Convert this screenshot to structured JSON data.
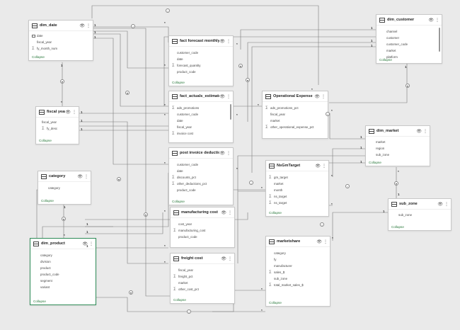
{
  "tables": {
    "dim_date": {
      "name": "dim_date",
      "fields": [
        "date",
        "fiscal_year",
        "fy_month_num"
      ],
      "collapse": "Collapse"
    },
    "fiscal_year": {
      "name": "fiscal year",
      "fields": [
        "fiscal_year",
        "fy_desc"
      ],
      "collapse": "Collapse"
    },
    "category": {
      "name": "category",
      "fields": [
        "category"
      ],
      "collapse": "Collapse"
    },
    "dim_product": {
      "name": "dim_product",
      "fields": [
        "category",
        "division",
        "product",
        "product_code",
        "segment",
        "variant"
      ],
      "collapse": "Collapse"
    },
    "fact_forecast_monthly": {
      "name": "fact forecast monthly",
      "fields": [
        "customer_code",
        "date",
        "forecast_quantity",
        "product_code"
      ],
      "collapse": "Collapse"
    },
    "fact_actuals_estimates": {
      "name": "fact_actuals_estimates",
      "fields": [
        "ads_promotions",
        "customer_code",
        "date",
        "fiscal_year",
        "invoice cost"
      ],
      "collapse": "Collapse"
    },
    "post_invoice": {
      "name": "post invoice deductio...",
      "fields": [
        "customer_code",
        "date",
        "discounts_pct",
        "other_deductions_pct",
        "product_code"
      ],
      "collapse": "Collapse"
    },
    "manufacturing_cost": {
      "name": "manufacturing cost",
      "fields": [
        "cost_year",
        "manufacturing_cost",
        "product_code"
      ],
      "collapse": "Collapse"
    },
    "freight_cost": {
      "name": "freight cost",
      "fields": [
        "fiscal_year",
        "freight_pct",
        "market",
        "other_cost_pct"
      ],
      "collapse": "Collapse"
    },
    "operational_expense": {
      "name": "Operational Expense",
      "fields": [
        "ads_promotions_pct",
        "fiscal_year",
        "market",
        "other_operational_expense_pct"
      ],
      "collapse": "Collapse"
    },
    "nsgmtarget": {
      "name": "NsGmTarget",
      "fields": [
        "gm_target",
        "market",
        "month",
        "ns_target",
        "ns_target"
      ],
      "collapse": "Collapse"
    },
    "marketshare": {
      "name": "marketshare",
      "fields": [
        "category",
        "fy",
        "manufacturer",
        "sales_$",
        "sub_zone",
        "total_market_sales_$"
      ],
      "collapse": "Collapse"
    },
    "dim_customer": {
      "name": "dim_customer",
      "fields": [
        "channel",
        "customer",
        "customer_code",
        "market",
        "platform"
      ],
      "collapse": "Collapse"
    },
    "dim_market": {
      "name": "dim_market",
      "fields": [
        "market",
        "region",
        "sub_zone"
      ],
      "collapse": "Collapse"
    },
    "sub_zone": {
      "name": "sub_zone",
      "fields": [
        "sub_zone"
      ],
      "collapse": "Collapse"
    }
  },
  "cardinality": {
    "one": "1",
    "many": "*"
  }
}
